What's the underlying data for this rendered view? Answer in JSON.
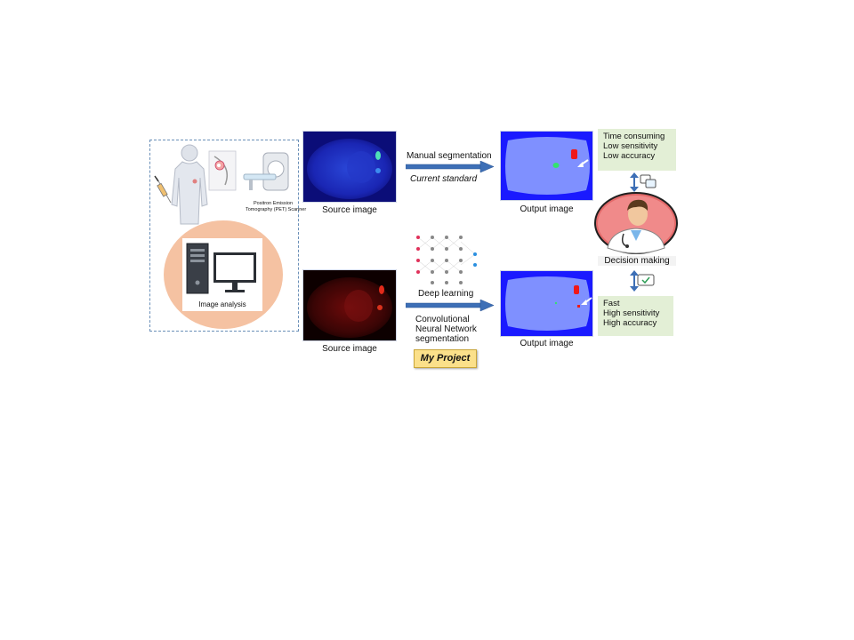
{
  "patient_panel": {
    "scanner_caption_line1": "Positron Emission",
    "scanner_caption_line2": "Tomography (PET)  Scanner",
    "image_analysis_label": "Image analysis"
  },
  "top_row": {
    "source_label": "Source image",
    "arrow_label": "Manual segmentation",
    "arrow_sublabel": "Current standard",
    "output_label": "Output image",
    "notes": [
      "Time consuming",
      "Low sensitivity",
      "Low accuracy"
    ]
  },
  "bottom_row": {
    "source_label": "Source image",
    "deep_learning_label": "Deep learning",
    "arrow_label_lines": [
      "Convolutional",
      "Neural Network",
      "segmentation"
    ],
    "project_label": "My Project",
    "output_label": "Output image",
    "notes": [
      "Fast",
      "High sensitivity",
      "High accuracy"
    ]
  },
  "decision_label": "Decision making",
  "colors": {
    "dashed_border": "#6a8fb8",
    "arrow_blue": "#3d6fb6",
    "note_green": "#e3efd6",
    "output_bg": "#1a1aff",
    "output_body": "#7f90ff",
    "circle_peach": "#f5c2a2",
    "doctor_ring": "#e46a6a",
    "project_yellow": "#fbe08a"
  },
  "icons": [
    "syringe-icon",
    "patient-body-icon",
    "breast-icon",
    "pet-scanner-icon",
    "computer-icon",
    "neural-network-icon",
    "arrow-right-icon",
    "double-arrow-icon",
    "chat-bubble-icon",
    "doctor-icon"
  ]
}
